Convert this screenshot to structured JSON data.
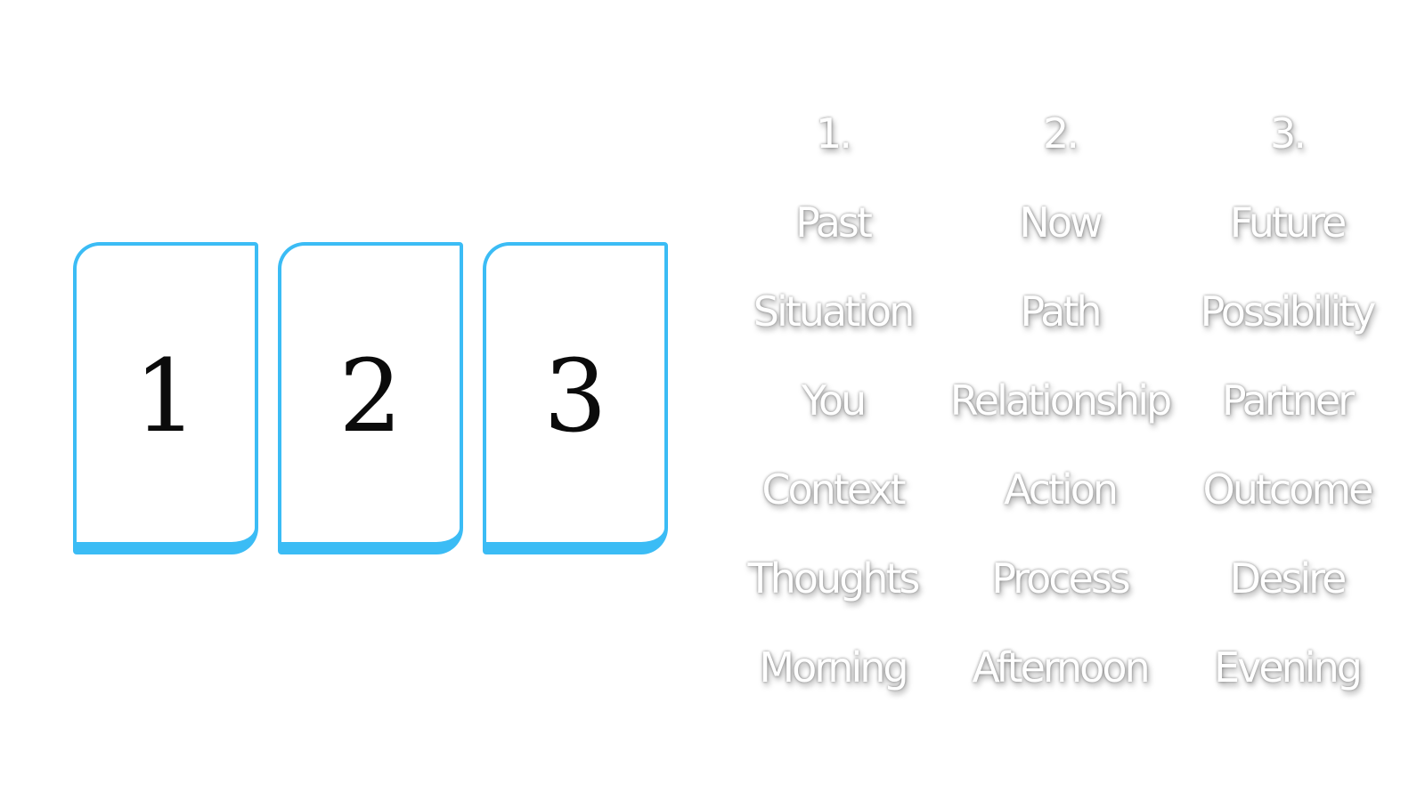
{
  "cards": [
    {
      "number": "1"
    },
    {
      "number": "2"
    },
    {
      "number": "3"
    }
  ],
  "accent_color": "#3bbcf5",
  "table": {
    "headers": [
      "1.",
      "2.",
      "3."
    ],
    "rows": [
      [
        "Past",
        "Now",
        "Future"
      ],
      [
        "Situation",
        "Path",
        "Possibility"
      ],
      [
        "You",
        "Relationship",
        "Partner"
      ],
      [
        "Context",
        "Action",
        "Outcome"
      ],
      [
        "Thoughts",
        "Process",
        "Desire"
      ],
      [
        "Morning",
        "Afternoon",
        "Evening"
      ]
    ]
  }
}
